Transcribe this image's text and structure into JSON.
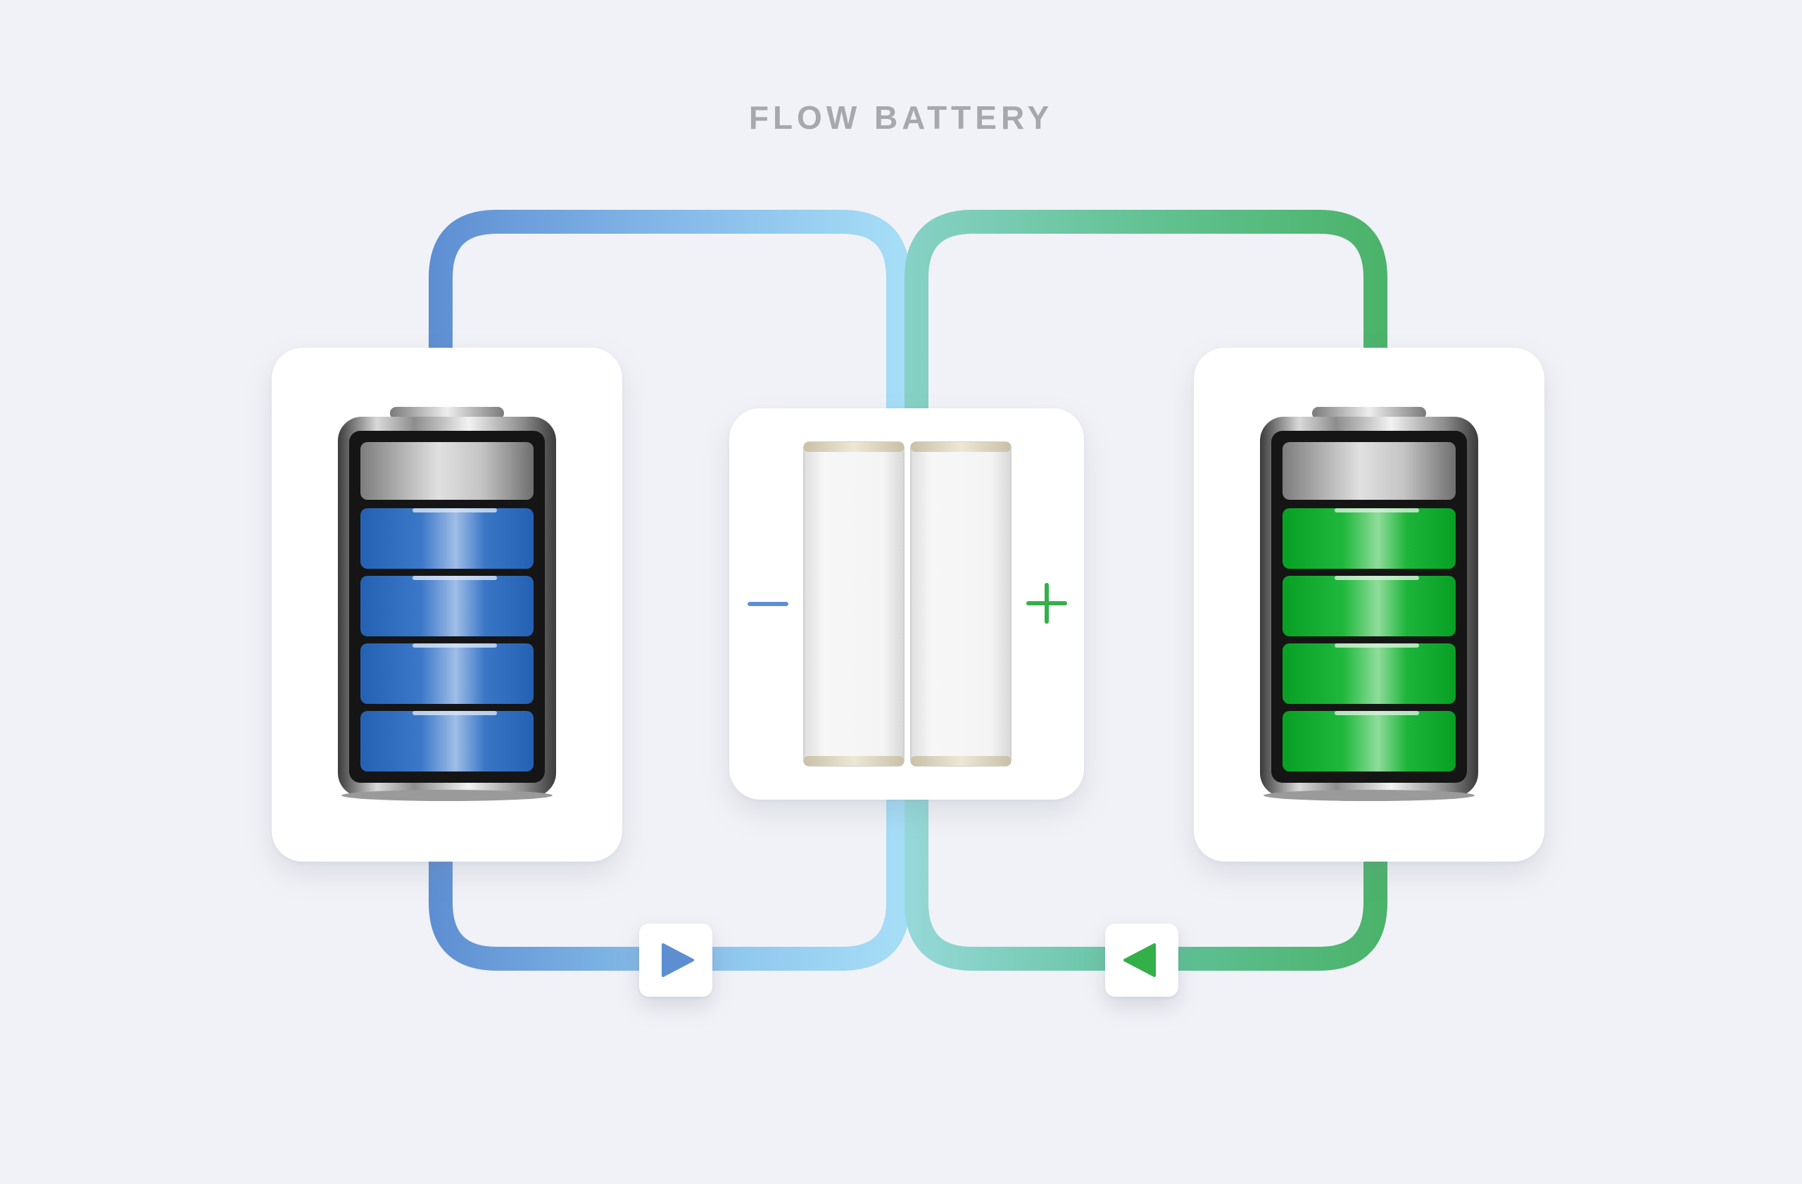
{
  "diagram": {
    "title": "FLOW BATTERY",
    "colors": {
      "background": "#f1f2f7",
      "anolyte": "#2c6bbd",
      "catholyte": "#0aa82a",
      "pipe_blue": "#5d8ed2",
      "pipe_light_blue": "#a5dcf6",
      "pipe_teal": "#86d1c6",
      "pipe_green": "#4bb36a",
      "title": "#a6a8ad"
    },
    "left_tank": {
      "name": "negative-electrolyte-tank",
      "fill_level": 0.8,
      "segments": 4
    },
    "right_tank": {
      "name": "positive-electrolyte-tank",
      "fill_level": 0.8,
      "segments": 4
    },
    "cell": {
      "negative_symbol": "minus-icon",
      "positive_symbol": "plus-icon"
    },
    "left_pump": {
      "direction": "right",
      "icon": "play-right-icon"
    },
    "right_pump": {
      "direction": "left",
      "icon": "play-left-icon"
    }
  }
}
